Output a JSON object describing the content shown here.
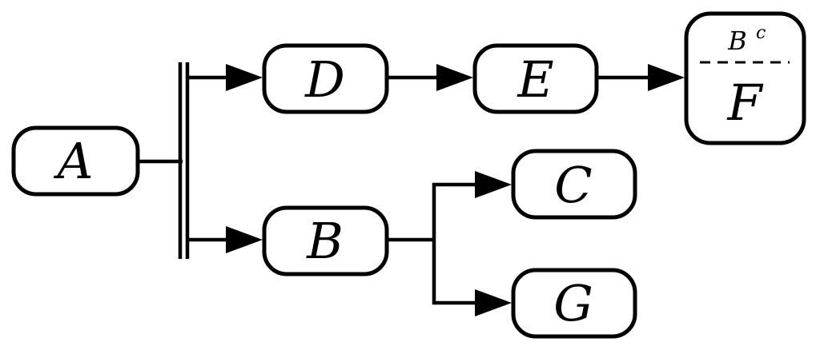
{
  "nodes": {
    "a": "A",
    "b": "B",
    "c": "C",
    "d": "D",
    "e": "E",
    "g": "G",
    "f": "F",
    "f_top": "B",
    "f_top_sup": "c"
  },
  "edges": [
    {
      "from": "A",
      "to": "D"
    },
    {
      "from": "A",
      "to": "B"
    },
    {
      "from": "D",
      "to": "E"
    },
    {
      "from": "E",
      "to": "F"
    },
    {
      "from": "B",
      "to": "C"
    },
    {
      "from": "B",
      "to": "G"
    }
  ],
  "colors": {
    "stroke": "#000000",
    "background": "#ffffff"
  }
}
